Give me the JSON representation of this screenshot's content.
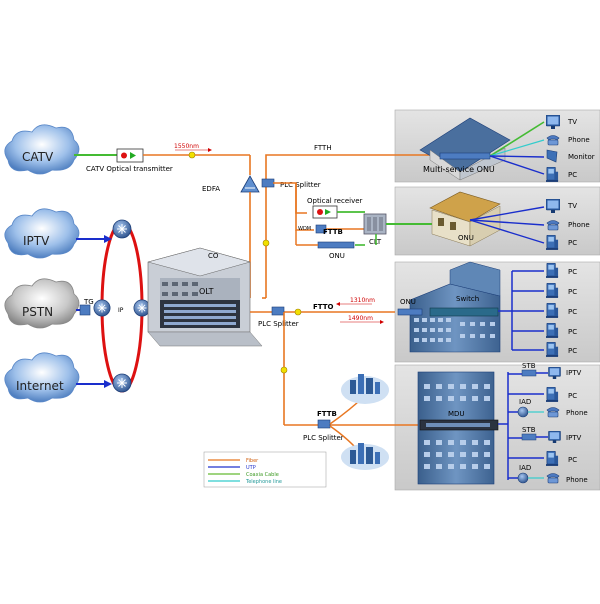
{
  "clouds": {
    "catv": "CATV",
    "iptv": "IPTV",
    "pstn": "PSTN",
    "internet": "Internet"
  },
  "labels": {
    "catv_optical_transmitter": "CATV Optical transmitter",
    "wavelength_1550": "1550nm",
    "edfa": "EDFA",
    "fttх_top": "FTTH",
    "plc_splitter_top": "PLC Splitter",
    "optical_receiver": "Optical receiver",
    "fttb": "FTTB",
    "clt": "CLT",
    "onu_fttb": "ONU",
    "co": "CO",
    "olt": "OLT",
    "tg": "TG",
    "ip": "IP",
    "ftto": "FTTO",
    "wavelength_1310": "1310nm",
    "wavelength_1490": "1490nm",
    "plc_splitter_mid": "PLC Splitter",
    "fttb_bottom": "FTTB",
    "plc_splitter_bottom": "PLC Splitter",
    "multi_service_onu": "Multi-service ONU",
    "onu_house": "ONU",
    "onu_office": "ONU",
    "switch": "Switch",
    "mdu": "MDU"
  },
  "devices": {
    "tv_1": "TV",
    "phone_1": "Phone",
    "monitor_1": "Monitor",
    "pc_1": "PC",
    "tv_2": "TV",
    "phone_2": "Phone",
    "pc_2": "PC",
    "pc_office": [
      "PC",
      "PC",
      "PC",
      "PC",
      "PC"
    ],
    "stb_1": "STB",
    "iptv_1": "IPTV",
    "pc_mdu_1": "PC",
    "iad_1": "IAD",
    "phone_mdu_1": "Phone",
    "stb_2": "STB",
    "iptv_2": "IPTV",
    "pc_mdu_2": "PC",
    "iad_2": "IAD",
    "phone_mdu_2": "Phone"
  },
  "legend": {
    "items": [
      "Fiber",
      "UTP",
      "Coaxia Cable",
      "Telephone line"
    ],
    "colors": [
      "#e87722",
      "#2233cc",
      "#66bb33",
      "#33cccc"
    ]
  },
  "colors": {
    "fiber": "#e87722",
    "utp": "#1a2ecc",
    "coax": "#44bb33",
    "ring": "#dd1111",
    "cloud": "#5a88c8"
  }
}
